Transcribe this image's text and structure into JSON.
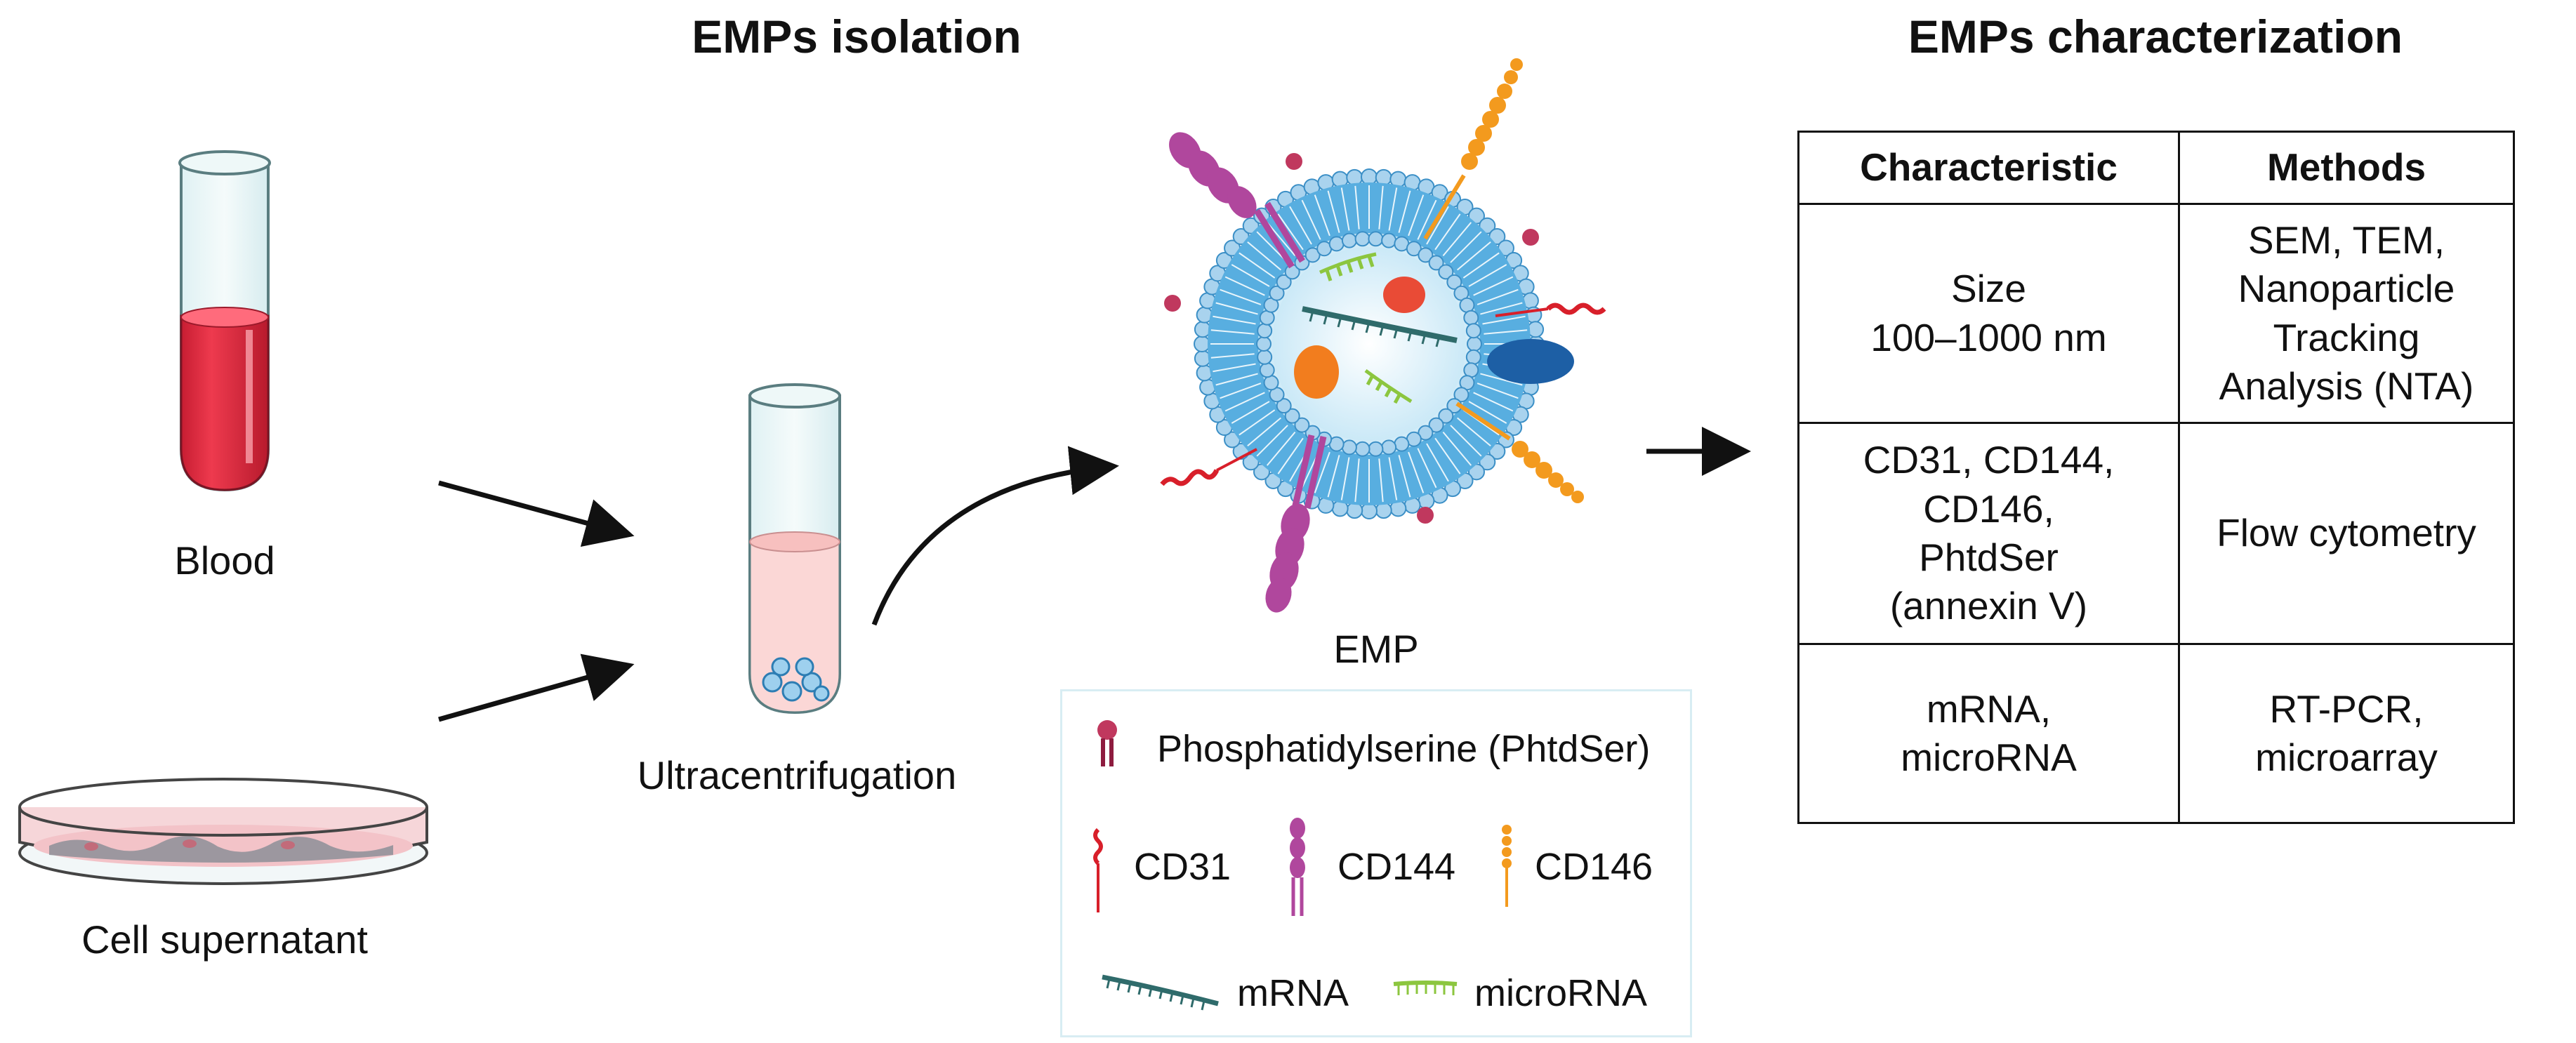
{
  "titles": {
    "isolation": "EMPs isolation",
    "characterization": "EMPs characterization"
  },
  "labels": {
    "blood": "Blood",
    "cell_supernatant": "Cell supernatant",
    "ultracentrifugation": "Ultracentrifugation",
    "emp": "EMP"
  },
  "legend": {
    "phosphatidylserine": "Phosphatidylserine (PhtdSer)",
    "cd31": "CD31",
    "cd144": "CD144",
    "cd146": "CD146",
    "mrna": "mRNA",
    "microrna": "microRNA"
  },
  "table": {
    "headers": [
      "Characteristic",
      "Methods"
    ],
    "rows": [
      {
        "characteristic": [
          "Size",
          "100–1000 nm"
        ],
        "methods": [
          "SEM, TEM,",
          "Nanoparticle",
          "Tracking",
          "Analysis (NTA)"
        ]
      },
      {
        "characteristic": [
          "CD31, CD144,",
          "CD146,",
          "PhtdSer",
          "(annexin V)"
        ],
        "methods": [
          "Flow cytometry"
        ]
      },
      {
        "characteristic": [
          "mRNA,",
          "microRNA"
        ],
        "methods": [
          "RT-PCR,",
          "microarray"
        ]
      }
    ]
  },
  "colors": {
    "blood": "#e8283e",
    "membrane": "#4aa3d6",
    "lipid_head": "#a9d3ee",
    "cd31": "#d81f2a",
    "cd144": "#b0479d",
    "cd146": "#f39a1e",
    "mrna": "#2f6b6b",
    "microrna": "#8cc63f",
    "phosphatidylserine": "#a0224a"
  }
}
